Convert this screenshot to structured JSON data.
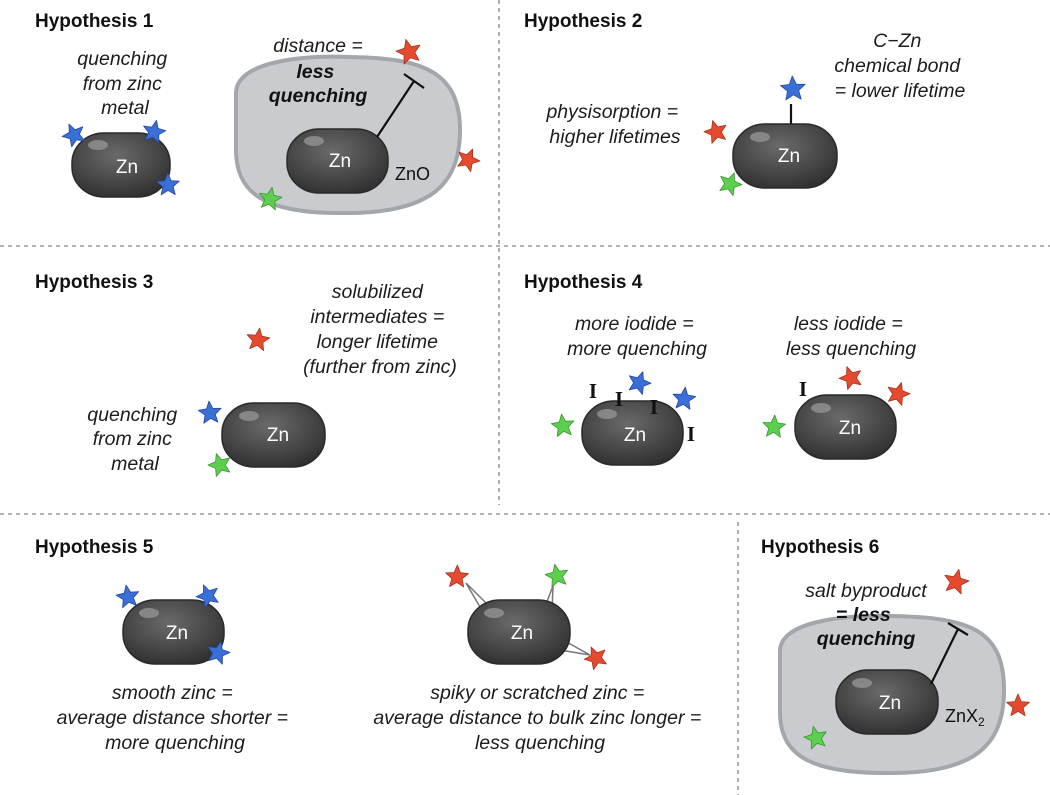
{
  "colors": {
    "red_star": "#e64a2e",
    "blue_star": "#3a6fd8",
    "green_star": "#5ccf4e",
    "zinc": "#444444",
    "oxide_shell": "#c9cbcf",
    "divider": "#9a9a9a"
  },
  "zinc_label": "Zn",
  "iodide_symbol": "I",
  "h1": {
    "title": "Hypothesis 1",
    "note_left": [
      "quenching",
      "from zinc",
      "metal"
    ],
    "note_right_line1": "distance =",
    "note_right_bold": [
      "less",
      "quenching"
    ],
    "shell_label": "ZnO"
  },
  "h2": {
    "title": "Hypothesis 2",
    "note_left": [
      "physisorption =",
      "higher lifetimes"
    ],
    "note_right": [
      "C−Zn",
      "chemical bond",
      "= lower lifetime"
    ]
  },
  "h3": {
    "title": "Hypothesis 3",
    "note_top": [
      "solubilized",
      "intermediates =",
      "longer lifetime",
      "(further from zinc)"
    ],
    "note_left": [
      "quenching",
      "from zinc",
      "metal"
    ]
  },
  "h4": {
    "title": "Hypothesis 4",
    "note_left": [
      "more iodide =",
      "more quenching"
    ],
    "note_right": [
      "less iodide =",
      "less quenching"
    ]
  },
  "h5": {
    "title": "Hypothesis 5",
    "note_left": [
      "smooth zinc =",
      "average distance shorter =",
      "more quenching"
    ],
    "note_right": [
      "spiky or scratched zinc =",
      "average distance to bulk zinc longer =",
      "less quenching"
    ]
  },
  "h6": {
    "title": "Hypothesis 6",
    "note_line1": "salt byproduct",
    "note_bold_line2": "= less",
    "note_bold_line3": "quenching",
    "shell_label_base": "ZnX",
    "shell_label_sub": "2"
  }
}
